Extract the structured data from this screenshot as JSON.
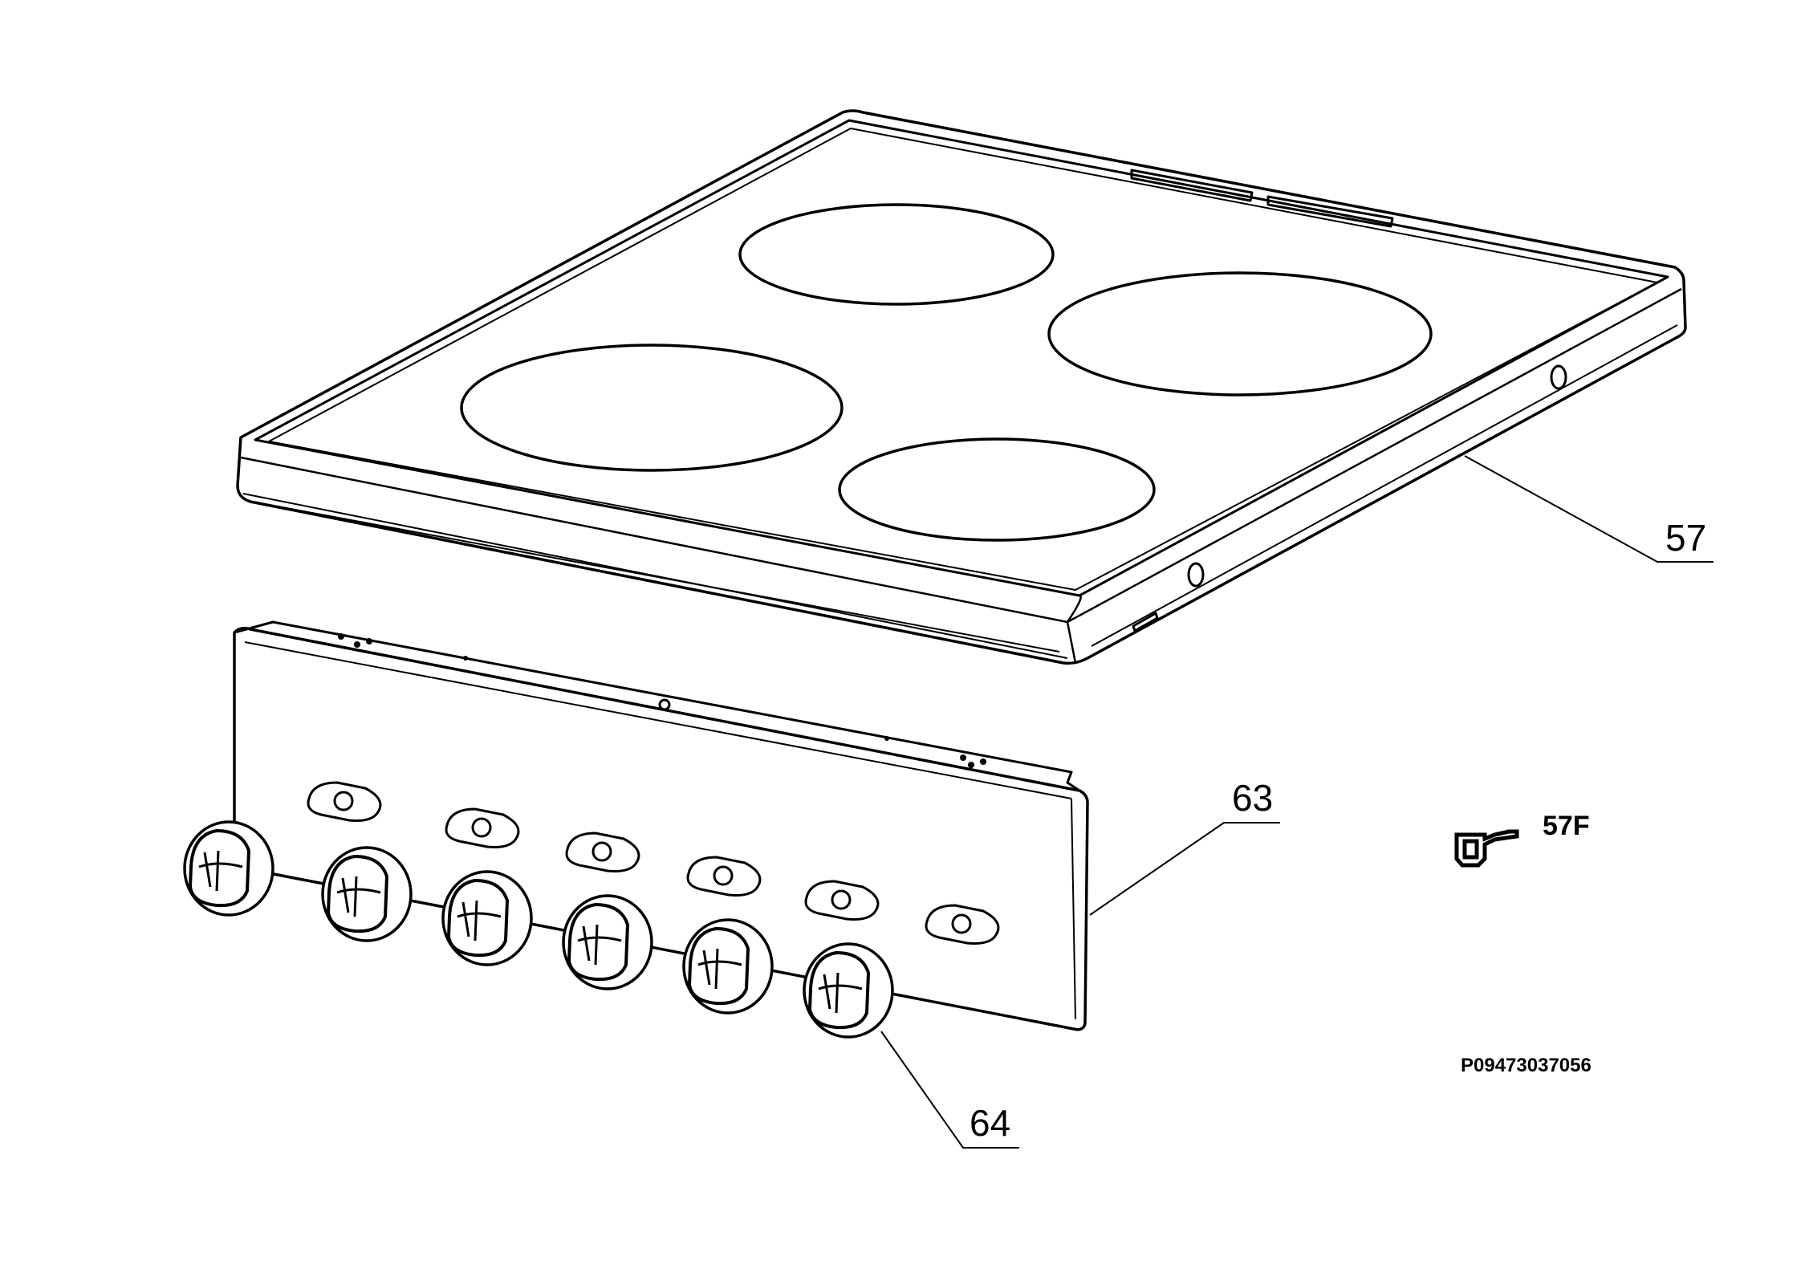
{
  "diagram": {
    "callouts": [
      {
        "id": "cooktop",
        "label": "57"
      },
      {
        "id": "panel",
        "label": "63"
      },
      {
        "id": "knob",
        "label": "64"
      }
    ],
    "symbol": {
      "icon": "service-kit-icon",
      "label": "57F"
    },
    "drawing_code": "P09473037056",
    "colors": {
      "line": "#000000",
      "background": "#ffffff"
    }
  }
}
